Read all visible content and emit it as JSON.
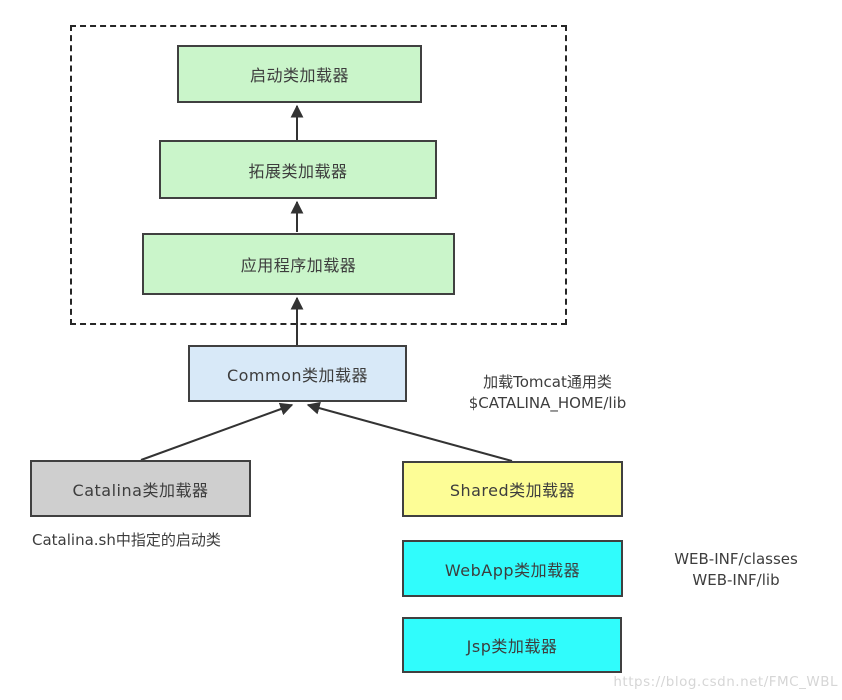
{
  "colors": {
    "box_border": "#404040",
    "text": "#3d3d3d",
    "arrow": "#333333",
    "watermark_text": "#d6d6d6",
    "green_fill": "#caf5ca",
    "blue_fill": "#d8e9f8",
    "gray_fill": "#cfcfcf",
    "yellow_fill": "#fdfd96",
    "cyan_fill": "#30fcfc"
  },
  "boxes": {
    "bootstrap": {
      "label": "启动类加载器",
      "fill": "#caf5ca"
    },
    "extension": {
      "label": "拓展类加载器",
      "fill": "#caf5ca"
    },
    "application": {
      "label": "应用程序加载器",
      "fill": "#caf5ca"
    },
    "common": {
      "label": "Common类加载器",
      "fill": "#d8e9f8"
    },
    "catalina": {
      "label": "Catalina类加载器",
      "fill": "#cfcfcf"
    },
    "shared": {
      "label": "Shared类加载器",
      "fill": "#fdfd96"
    },
    "webapp": {
      "label": "WebApp类加载器",
      "fill": "#30fcfc"
    },
    "jsp": {
      "label": "Jsp类加载器",
      "fill": "#30fcfc"
    }
  },
  "notes": {
    "common_usage": {
      "line1": "加载Tomcat通用类",
      "line2": "$CATALINA_HOME/lib"
    },
    "catalina_usage": "Catalina.sh中指定的启动类",
    "webapp_usage": {
      "line1": "WEB-INF/classes",
      "line2": "WEB-INF/lib"
    }
  },
  "watermark": "https://blog.csdn.net/FMC_WBL"
}
